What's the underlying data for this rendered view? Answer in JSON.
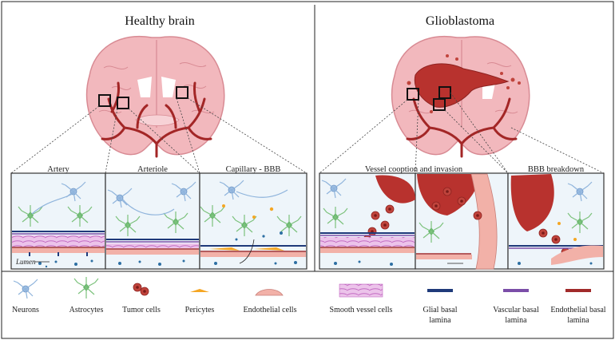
{
  "titles": {
    "healthy": "Healthy brain",
    "glioblastoma": "Glioblastoma"
  },
  "panels": {
    "artery": "Artery",
    "arteriole": "Arteriole",
    "capillary": "Capillary - BBB",
    "vessel_cooption": "Vessel cooption and invasion",
    "bbb_breakdown": "BBB breakdown"
  },
  "lumen_label": "Lumen",
  "legend": {
    "neurons": "Neurons",
    "astrocytes": "Astrocytes",
    "tumor_cells": "Tumor cells",
    "pericytes": "Pericytes",
    "endothelial_cells": "Endothelial cells",
    "smooth_vessel_cells": "Smooth vessel cells",
    "glial_basal_lamina": [
      "Glial basal",
      "lamina"
    ],
    "vascular_basal_lamina": [
      "Vascular basal",
      "lamina"
    ],
    "endothelial_basal_lamina": [
      "Endothelial basal",
      "lamina"
    ]
  },
  "colors": {
    "brain": "#f2b8bd",
    "brain_outline": "#d88a93",
    "vessel": "#a32626",
    "tumor": "#b8322e",
    "neuron": "#8fb4dc",
    "astrocyte": "#7cc27c",
    "panel_bg": "#eef5fa",
    "smooth_muscle": "#d78ad6",
    "endothelium": "#f2b1a8",
    "pericyte": "#f5a623",
    "glial_lamina": "#1f3a7a",
    "vascular_lamina": "#7b4ea8",
    "endothelial_lamina": "#a12a2a"
  }
}
